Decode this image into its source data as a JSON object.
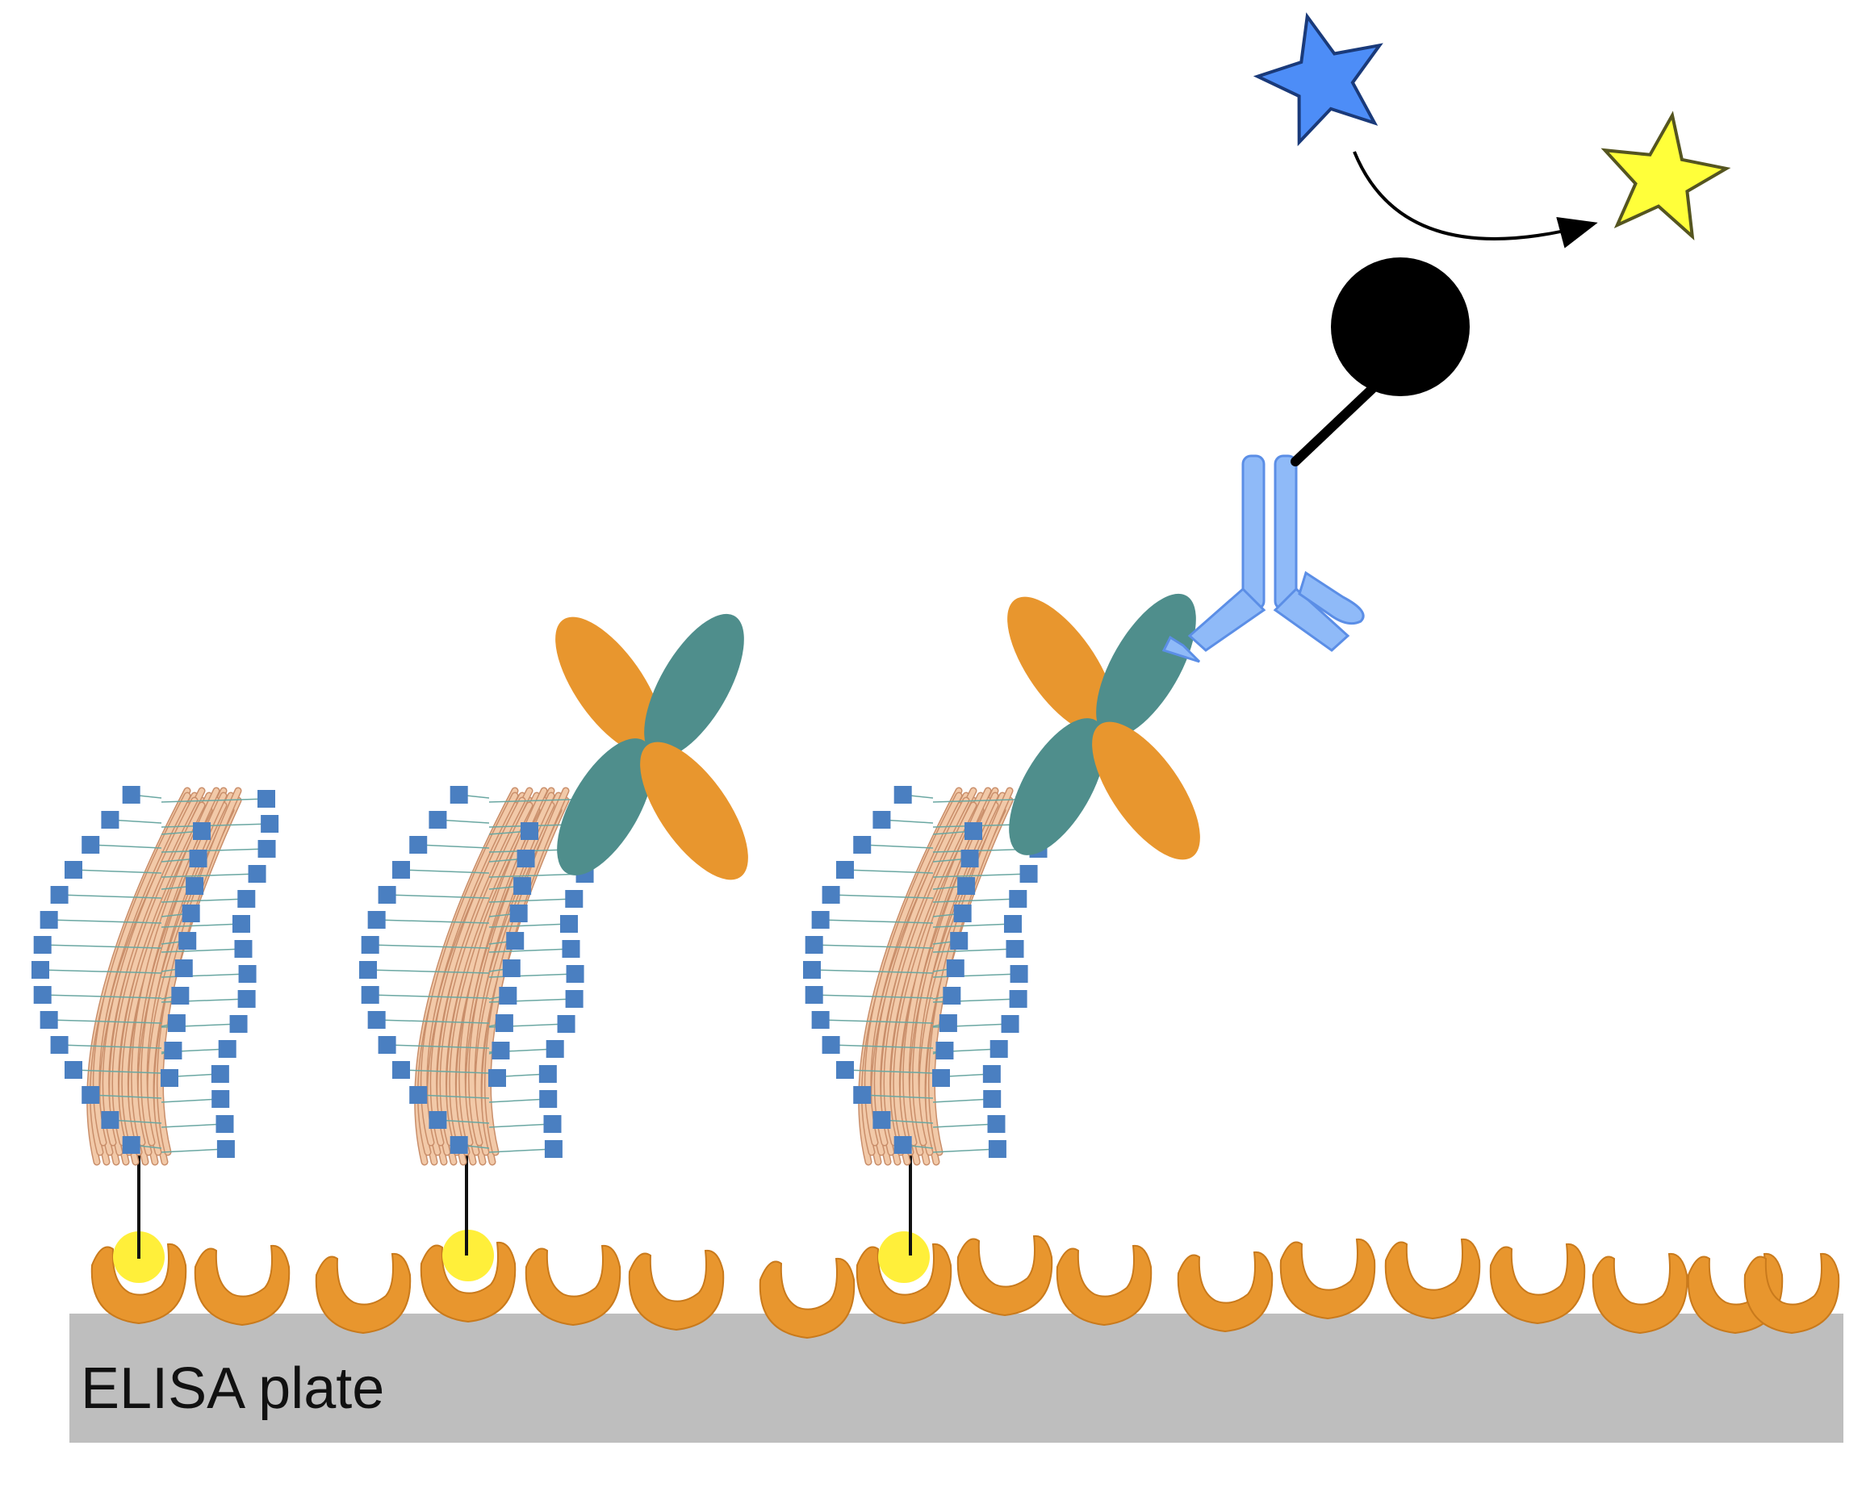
{
  "plate": {
    "label": "ELISA plate",
    "color": "#bebebe"
  },
  "colors": {
    "receptor": "#e8962e",
    "receptor_dark": "#c97a1c",
    "bound_ligand": "#ffef3a",
    "sugar_square": "#4a7fc1",
    "fiber": "#f2c9a8",
    "fiber_edge": "#c98e6a",
    "lectin_orange": "#e8962e",
    "lectin_teal": "#4f8e8c",
    "antibody": "#8fbaf8",
    "antibody_edge": "#5b8ee6",
    "enzyme": "#000000",
    "substrate_star": "#4d8df7",
    "product_star": "#ffff3a"
  },
  "icons": {
    "substrate": "blue-star-icon",
    "product": "yellow-star-icon",
    "enzyme": "black-circle-enzyme-icon",
    "antibody": "y-antibody-icon",
    "lectin": "four-lobed-lectin-icon",
    "fiber": "glycosylated-fiber-bundle-icon",
    "receptor": "cup-receptor-icon"
  },
  "counts": {
    "receptors_on_plate": 17,
    "fiber_bundles": 3,
    "lectins": 2,
    "antibodies": 1
  }
}
